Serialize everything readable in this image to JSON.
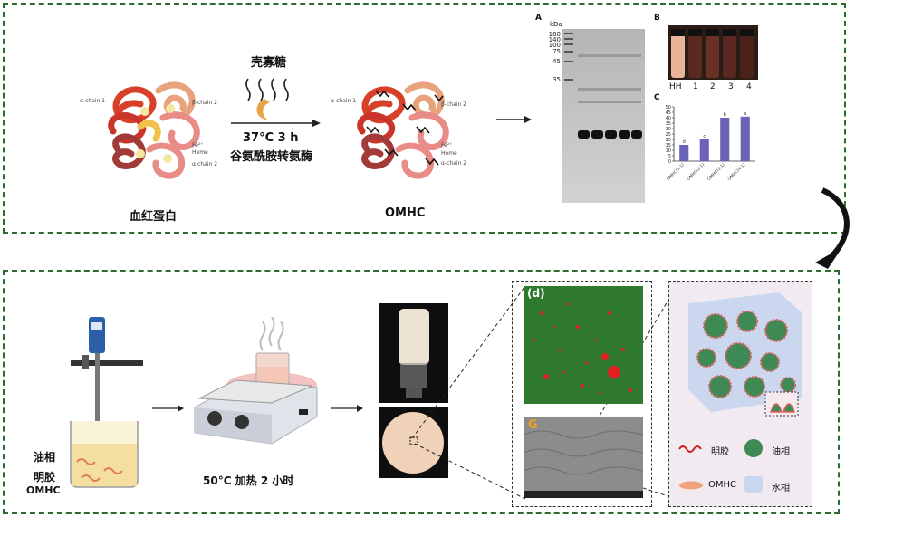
{
  "top_panel": {
    "left_protein_label": "血红蛋白",
    "right_protein_label": "OMHC",
    "arrow_top_label": "壳寡糖",
    "arrow_bottom_line1": "37°C 3 h",
    "arrow_bottom_line2": "谷氨酰胺转氨酶",
    "subunit_labels": [
      "α-chain 1",
      "β-chain 2",
      "Fe²⁺",
      "Heme",
      "α-chain 2"
    ],
    "subunit_labels_right": [
      "α-chain 1",
      "β-chain 2",
      "Fe²⁺",
      "Heme",
      "α-chain 2"
    ],
    "panel_a_letter": "A",
    "panel_b_letter": "B",
    "panel_c_letter": "C",
    "gel_unit": "kDa",
    "gel_markers": [
      "180",
      "140",
      "100",
      "75",
      "45",
      "35"
    ],
    "vial_labels": [
      "HH",
      "1",
      "2",
      "3",
      "4"
    ]
  },
  "chart_data": {
    "type": "bar",
    "categories": [
      "OMHC(1:1)",
      "OMHC(2:1)",
      "OMHC(3:1)",
      "OMHC(4:1)"
    ],
    "values": [
      15,
      20,
      40,
      41
    ],
    "letters": [
      "d",
      "c",
      "b",
      "a"
    ],
    "ylim": [
      0,
      50
    ],
    "yticks": [
      0,
      5,
      10,
      15,
      20,
      25,
      30,
      35,
      40,
      45,
      50
    ],
    "bar_color": "#6a63b8"
  },
  "bottom_panel": {
    "oil_label": "油相",
    "gelatin_label": "明胶",
    "omhc_label": "OMHC",
    "heat_label": "50°C 加热 2 小时",
    "panel_d_letter": "(d)",
    "panel_g_letter": "G",
    "legend": {
      "gelatin": "明胶",
      "oil": "油相",
      "omhc": "OMHC",
      "water": "水相"
    }
  },
  "colors": {
    "border": "#2e6b2e",
    "protein_red": "#d9402a",
    "protein_pink": "#e98b86",
    "protein_orange": "#e8a27c",
    "protein_dark": "#a33a3a",
    "confocal_green": "#2f7a2f",
    "oil_drop": "#3f8a54",
    "bar": "#6a63b8"
  }
}
